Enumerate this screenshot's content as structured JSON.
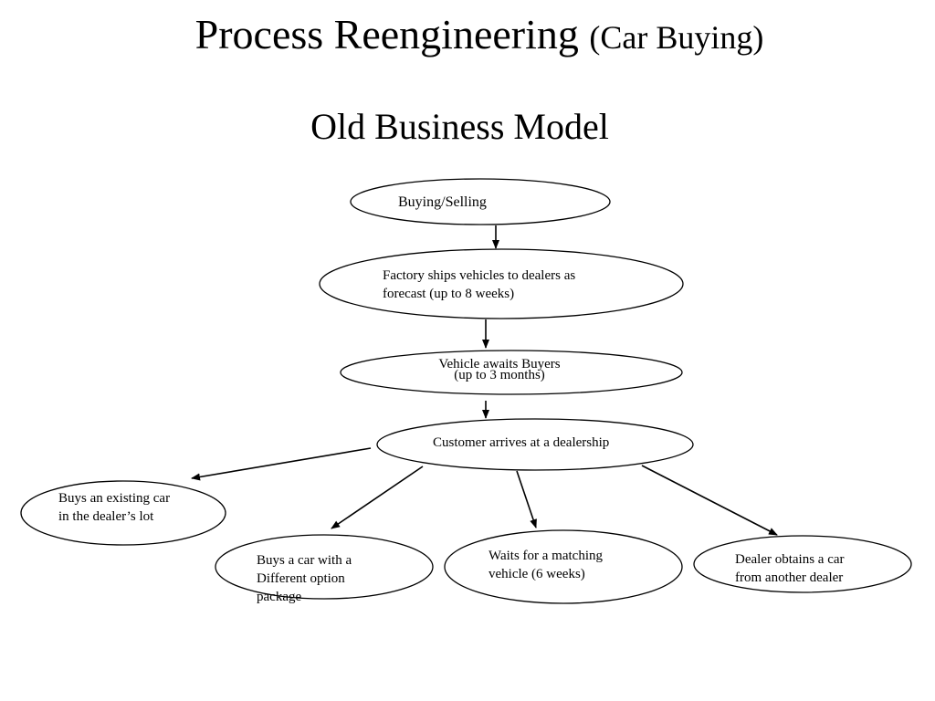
{
  "title": {
    "main": "Process Reengineering",
    "sub": "(Car Buying)"
  },
  "subtitle": "Old Business Model",
  "nodes": {
    "buying_selling": {
      "lines": [
        "Buying/Selling"
      ]
    },
    "factory_ships": {
      "lines": [
        "Factory ships vehicles to dealers  as",
        "forecast  (up to 8 weeks)"
      ]
    },
    "vehicle_awaits": {
      "lines": [
        "Vehicle awaits Buyers",
        "(up to 3 months)"
      ]
    },
    "customer_arrives": {
      "lines": [
        "Customer arrives at a dealership"
      ]
    },
    "buys_existing": {
      "lines": [
        "Buys an existing car",
        "in the dealer’s lot"
      ]
    },
    "different_package": {
      "lines": [
        "Buys a car with a",
        "Different option",
        "package"
      ]
    },
    "waits_matching": {
      "lines": [
        "Waits for a matching",
        "vehicle (6 weeks)"
      ]
    },
    "dealer_obtains": {
      "lines": [
        "Dealer obtains a car",
        "from another dealer"
      ]
    }
  }
}
